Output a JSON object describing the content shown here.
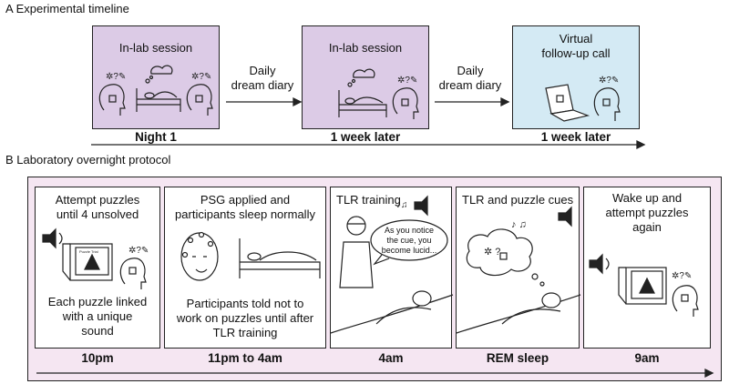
{
  "section_a": {
    "title": "A   Experimental timeline",
    "box1": "In-lab session",
    "arrow1": [
      "Daily",
      "dream diary"
    ],
    "box2": "In-lab session",
    "arrow2": [
      "Daily",
      "dream diary"
    ],
    "box3": [
      "Virtual",
      "follow-up call"
    ],
    "labels": [
      "Night 1",
      "1 week later",
      "1 week later"
    ]
  },
  "section_b": {
    "title": "B   Laboratory overnight protocol",
    "p1_top": [
      "Attempt puzzles",
      "until 4 unsolved"
    ],
    "p1_bottom": [
      "Each puzzle linked",
      "with a unique",
      "sound"
    ],
    "p2_top": [
      "PSG applied and",
      "participants sleep normally"
    ],
    "p2_bottom": [
      "Participants told not to",
      "work on puzzles until after",
      "TLR training"
    ],
    "p3_top": "TLR training",
    "p3_bubble": [
      "As you notice",
      "the cue, you",
      "become lucid..."
    ],
    "p4_top": "TLR and puzzle cues",
    "p5_top": [
      "Wake up and",
      "attempt puzzles",
      "again"
    ],
    "screen_text": "Puzzle Trial",
    "labels": [
      "10pm",
      "11pm to 4am",
      "4am",
      "REM sleep",
      "9am"
    ]
  },
  "colors": {
    "purple": "#dccbe6",
    "blue": "#d4eaf4",
    "pink_bg": "#f5e6f2"
  }
}
